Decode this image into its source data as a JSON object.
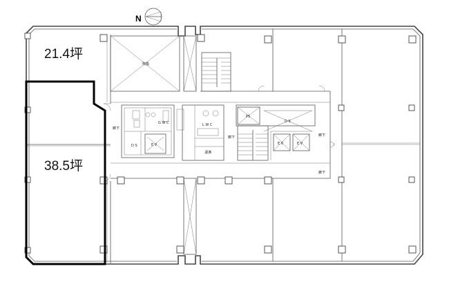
{
  "floorplan": {
    "compass": {
      "label": "N"
    },
    "units": [
      {
        "area": "21.4坪"
      },
      {
        "area": "38.5坪"
      }
    ],
    "rooms": {
      "void": "吹抜",
      "wc_gents": "G W C",
      "wc_ladies": "L W C",
      "ps": "PS",
      "ds_left": "D S",
      "ds_right": "D S",
      "ev_left": "E V",
      "ev_mid": "E V",
      "ev_right": "E V",
      "cleaning": "湯沸",
      "corridor_left": "廊下",
      "corridor_mid": "廊下",
      "corridor_right": "廊下",
      "corridor_bottom": "廊下"
    }
  }
}
